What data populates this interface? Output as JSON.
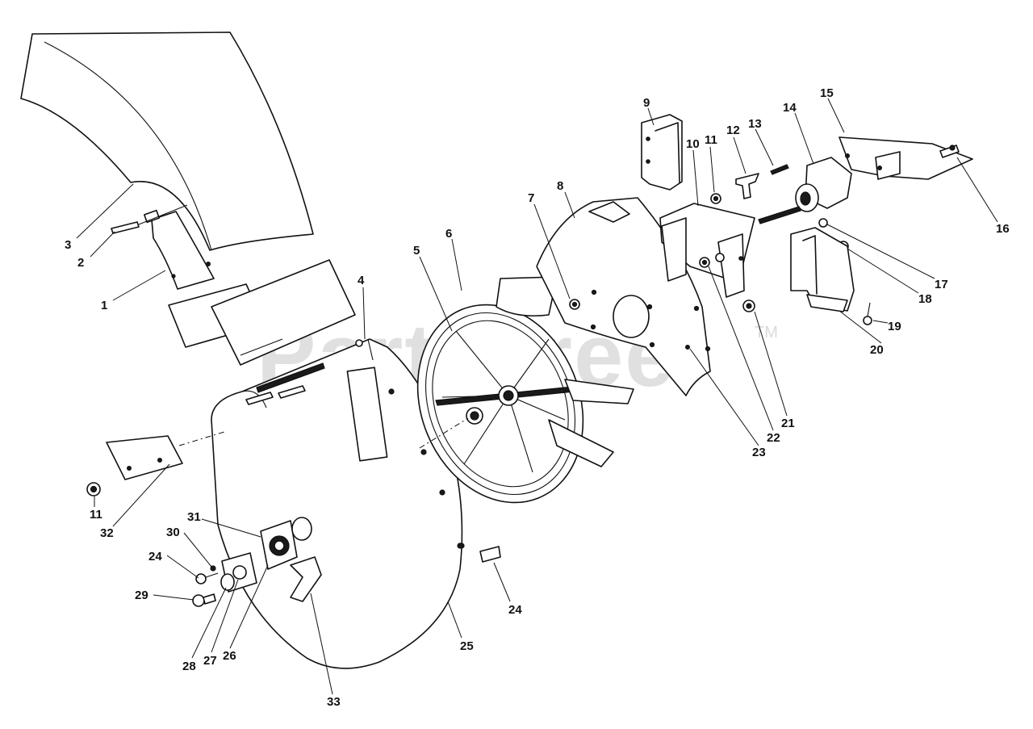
{
  "watermark": {
    "text": "PartsTree",
    "mark": "TM"
  },
  "callouts": {
    "c1": "1",
    "c2": "2",
    "c3": "3",
    "c4": "4",
    "c5": "5",
    "c6": "6",
    "c7": "7",
    "c8": "8",
    "c9": "9",
    "c10": "10",
    "c11a": "11",
    "c11b": "11",
    "c12": "12",
    "c13": "13",
    "c14": "14",
    "c15": "15",
    "c16": "16",
    "c17": "17",
    "c18": "18",
    "c19": "19",
    "c20": "20",
    "c21": "21",
    "c22": "22",
    "c23": "23",
    "c24a": "24",
    "c24b": "24",
    "c25": "25",
    "c26": "26",
    "c27": "27",
    "c28": "28",
    "c29": "29",
    "c30": "30",
    "c31": "31",
    "c32": "32",
    "c33": "33"
  }
}
